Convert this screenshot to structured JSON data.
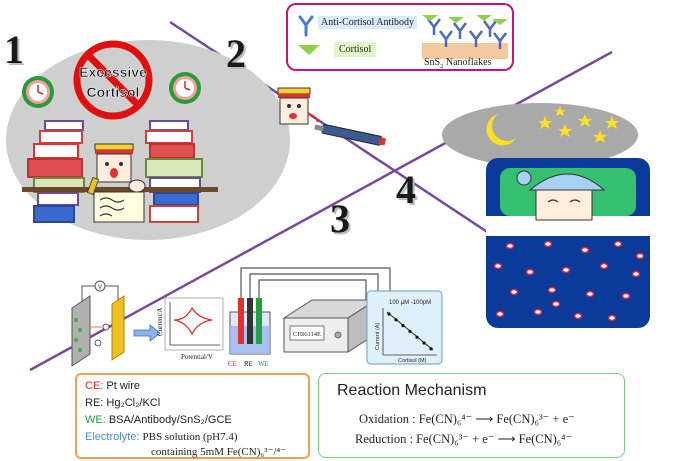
{
  "panels": {
    "p1": {
      "number": "1",
      "sign_line1": "Excessive",
      "sign_line2": "Cortisol"
    },
    "p2": {
      "number": "2"
    },
    "p3": {
      "number": "3"
    },
    "p4": {
      "number": "4"
    }
  },
  "legend": {
    "antibody": "Anti-Cortisol Antibody",
    "cortisol": "Cortisol",
    "nanoflakes_prefix": "SnS",
    "nanoflakes_sub": "2",
    "nanoflakes_suffix": " Nanoflakes"
  },
  "setup": {
    "cv_ylabel": "Current/A",
    "cv_xlabel": "Potential/V",
    "instrument": "CHI6114E",
    "electrode_ce": "CE",
    "electrode_re": "RE",
    "electrode_we": "WE",
    "calib_range": "100 μM -100pM",
    "calib_ylabel": "Current (A)",
    "calib_xlabel": "Cortisol (M)",
    "colors": {
      "ce": "#e02020",
      "re": "#222222",
      "we": "#20a040",
      "electrolyte": "#4a90d9"
    }
  },
  "info": {
    "ce_label": "CE:",
    "ce_value": "Pt wire",
    "re_label": "RE:",
    "re_value": "Hg₂Cl₂/KCl",
    "we_label": "WE:",
    "we_value": "BSA/Antibody/SnS₂/GCE",
    "el_label": "Electrolyte:",
    "el_value": "PBS solution (pH7.4)",
    "el_value2": "containing 5mM Fe(CN)₆³⁻/⁴⁻"
  },
  "mechanism": {
    "title": "Reaction Mechanism",
    "oxidation": "Oxidation : Fe(CN)₆⁴⁻ ⟶ Fe(CN)₆³⁻ + e⁻",
    "reduction": "Reduction : Fe(CN)₆³⁻ + e⁻ ⟶ Fe(CN)₆⁴⁻"
  }
}
